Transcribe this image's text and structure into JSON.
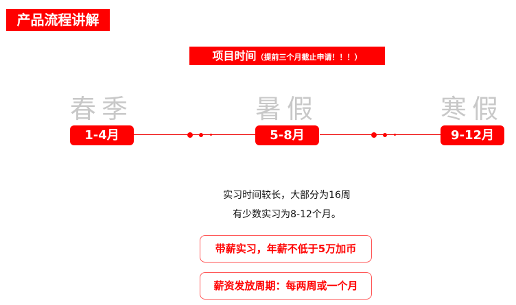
{
  "title": "产品流程讲解",
  "header": {
    "main": "项目时间",
    "sub": "（提前三个月截止申请！！！）"
  },
  "timeline": [
    {
      "season": "春季",
      "months": "1-4月"
    },
    {
      "season": "暑假",
      "months": "5-8月"
    },
    {
      "season": "寒假",
      "months": "9-12月"
    }
  ],
  "description": [
    "实习时间较长，大部分为16周",
    "有少数实习为8-12个月。"
  ],
  "highlights": [
    "带薪实习，年薪不低于5万加币",
    "薪资发放周期：每两周或一个月"
  ],
  "colors": {
    "accent": "#ff0000",
    "season": "#c8c8c8"
  }
}
